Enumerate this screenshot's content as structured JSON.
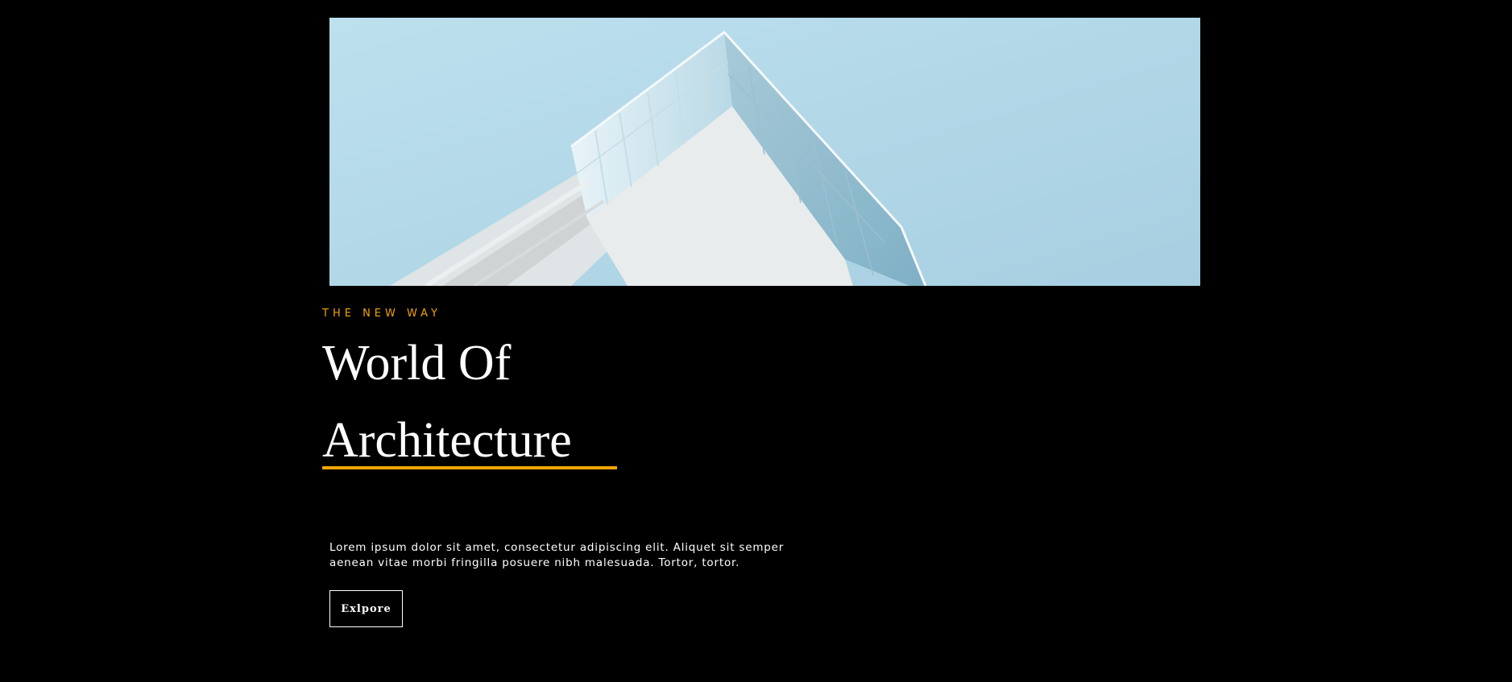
{
  "hero": {
    "image_subject": "modern glass building corner against blue sky",
    "sky_color": "#b6dcea",
    "accent_color": "#f0a500",
    "background_color": "#000000"
  },
  "intro": {
    "eyebrow": "THE NEW WAY",
    "title_line_1": "World Of",
    "title_line_2": "Architecture",
    "description": "Lorem ipsum dolor sit amet, consectetur adipiscing elit. Aliquet sit semper aenean vitae morbi fringilla posuere nibh malesuada. Tortor, tortor.",
    "button_label": "Exlpore"
  }
}
